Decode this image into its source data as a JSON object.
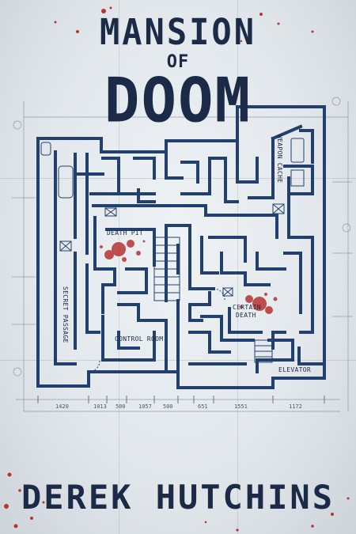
{
  "title": {
    "line1": "MANSION",
    "line2": "OF",
    "line3": "DOOM"
  },
  "author": "DEREK HUTCHINS",
  "plan_labels": {
    "death_pit": "DEATH PIT",
    "weapon_cache": "WEAPON CACHE",
    "secret_passage": "SECRET PASSAGE",
    "certain_death_1": "CERTAIN",
    "certain_death_2": "DEATH",
    "control_room": "CONTROL ROOM",
    "elevator": "ELEVATOR"
  },
  "dimensions": [
    "1420",
    "1013",
    "500",
    "1057",
    "500",
    "651",
    "1551",
    "1172"
  ],
  "colors": {
    "ink": "#1b2a47",
    "wall": "#22406e",
    "blood": "#b01818",
    "paper": "#e3e8ec"
  }
}
